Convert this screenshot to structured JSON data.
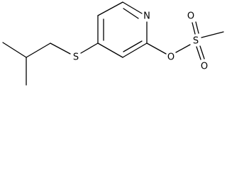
{
  "molecule": {
    "atoms": {
      "nitrogen": "N",
      "sulfur_thioether": "S",
      "oxygen_ester": "O",
      "sulfur_sulfonyl": "S",
      "oxygen_top": "O",
      "oxygen_bottom": "O"
    }
  }
}
